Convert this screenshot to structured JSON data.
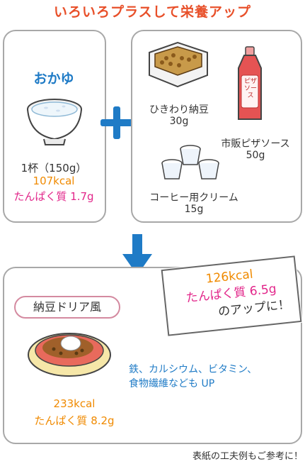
{
  "title": "いろいろプラスして栄養アップ",
  "okayu": {
    "name": "おかゆ",
    "portion": "1杯（150g）",
    "kcal": "107kcal",
    "protein": "たんぱく質 1.7g"
  },
  "additions": [
    {
      "name": "ひきわり納豆",
      "amount": "30g"
    },
    {
      "name": "市販ピザソース",
      "amount": "50g",
      "bottle_label": "ピザソース"
    },
    {
      "name": "コーヒー用クリーム",
      "amount": "15g"
    }
  ],
  "highlight": {
    "kcal": "126kcal",
    "protein": "たんぱく質 6.5g",
    "suffix": "のアップに！"
  },
  "result": {
    "name": "納豆ドリア風",
    "kcal": "233kcal",
    "protein": "たんぱく質 8.2g",
    "nutrients_line1": "鉄、カルシウム、ビタミン、",
    "nutrients_line2": "食物繊維なども UP"
  },
  "footer": "表紙の工夫例もご参考に！",
  "colors": {
    "title": "#e8502a",
    "blue": "#1f7bc6",
    "orange": "#f08a00",
    "pink": "#e2268a",
    "border": "#a8a8a8"
  },
  "icons": [
    "okayu-bowl-icon",
    "natto-pack-icon",
    "pizza-sauce-bottle-icon",
    "coffee-cream-cups-icon",
    "plus-icon",
    "down-arrow-icon",
    "doria-dish-icon"
  ]
}
